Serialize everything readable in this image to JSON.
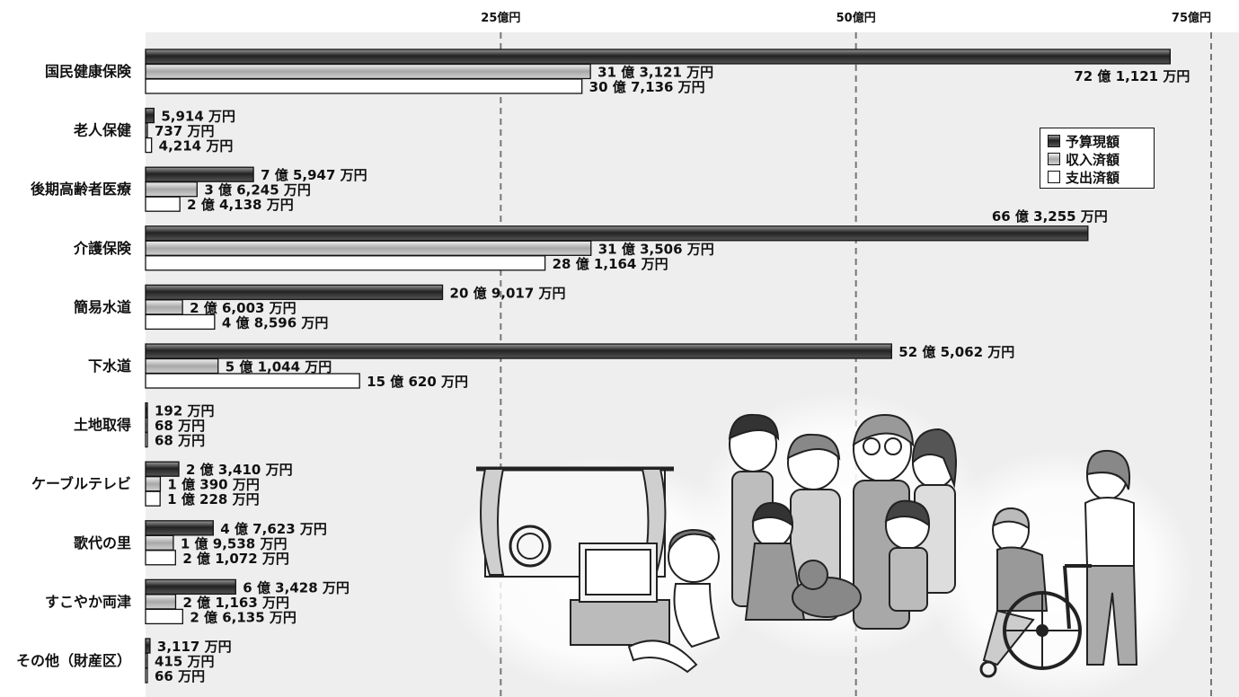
{
  "chart_data": {
    "type": "bar",
    "orientation": "horizontal",
    "unit": "万円",
    "x_ticks": [
      {
        "value": 250000,
        "label": "25億円"
      },
      {
        "value": 500000,
        "label": "50億円"
      },
      {
        "value": 750000,
        "label": "75億円"
      }
    ],
    "xlim": [
      0,
      750000
    ],
    "grid": "vertical dashed",
    "legend_position": "right",
    "series": [
      {
        "name": "予算現額",
        "color": "#444444"
      },
      {
        "name": "収入済額",
        "color": "#bdbdbd"
      },
      {
        "name": "支出済額",
        "color": "#ffffff"
      }
    ],
    "categories": [
      {
        "label": "国民健康保険",
        "values": [
          721121,
          313121,
          307136
        ],
        "value_labels": [
          "72 億 1,121 万円",
          "31 億 3,121 万円",
          "30 億 7,136 万円"
        ]
      },
      {
        "label": "老人保健",
        "values": [
          5914,
          737,
          4214
        ],
        "value_labels": [
          "5,914 万円",
          "737 万円",
          "4,214 万円"
        ]
      },
      {
        "label": "後期高齢者医療",
        "values": [
          75947,
          36245,
          24138
        ],
        "value_labels": [
          "7 億 5,947 万円",
          "3 億 6,245 万円",
          "2 億 4,138 万円"
        ]
      },
      {
        "label": "介護保険",
        "values": [
          663255,
          313506,
          281164
        ],
        "value_labels": [
          "66 億 3,255 万円",
          "31 億 3,506 万円",
          "28 億 1,164 万円"
        ]
      },
      {
        "label": "簡易水道",
        "values": [
          209017,
          26003,
          48596
        ],
        "value_labels": [
          "20 億 9,017 万円",
          "2 億 6,003 万円",
          "4 億 8,596 万円"
        ]
      },
      {
        "label": "下水道",
        "values": [
          525062,
          51044,
          150620
        ],
        "value_labels": [
          "52 億 5,062 万円",
          "5 億 1,044 万円",
          "15 億 620 万円"
        ]
      },
      {
        "label": "土地取得",
        "values": [
          192,
          68,
          68
        ],
        "value_labels": [
          "192 万円",
          "68 万円",
          "68 万円"
        ]
      },
      {
        "label": "ケーブルテレビ",
        "values": [
          23410,
          10390,
          10228
        ],
        "value_labels": [
          "2 億 3,410 万円",
          "1 億 390 万円",
          "1 億 228 万円"
        ]
      },
      {
        "label": "歌代の里",
        "values": [
          47623,
          19538,
          21072
        ],
        "value_labels": [
          "4 億 7,623 万円",
          "1 億 9,538 万円",
          "2 億 1,072 万円"
        ]
      },
      {
        "label": "すこやか両津",
        "values": [
          63428,
          21163,
          26135
        ],
        "value_labels": [
          "6 億 3,428 万円",
          "2 億 1,163 万円",
          "2 億 6,135 万円"
        ]
      },
      {
        "label": "その他（財産区）",
        "values": [
          3117,
          415,
          66
        ],
        "value_labels": [
          "3,117 万円",
          "415 万円",
          "66 万円"
        ]
      }
    ]
  }
}
